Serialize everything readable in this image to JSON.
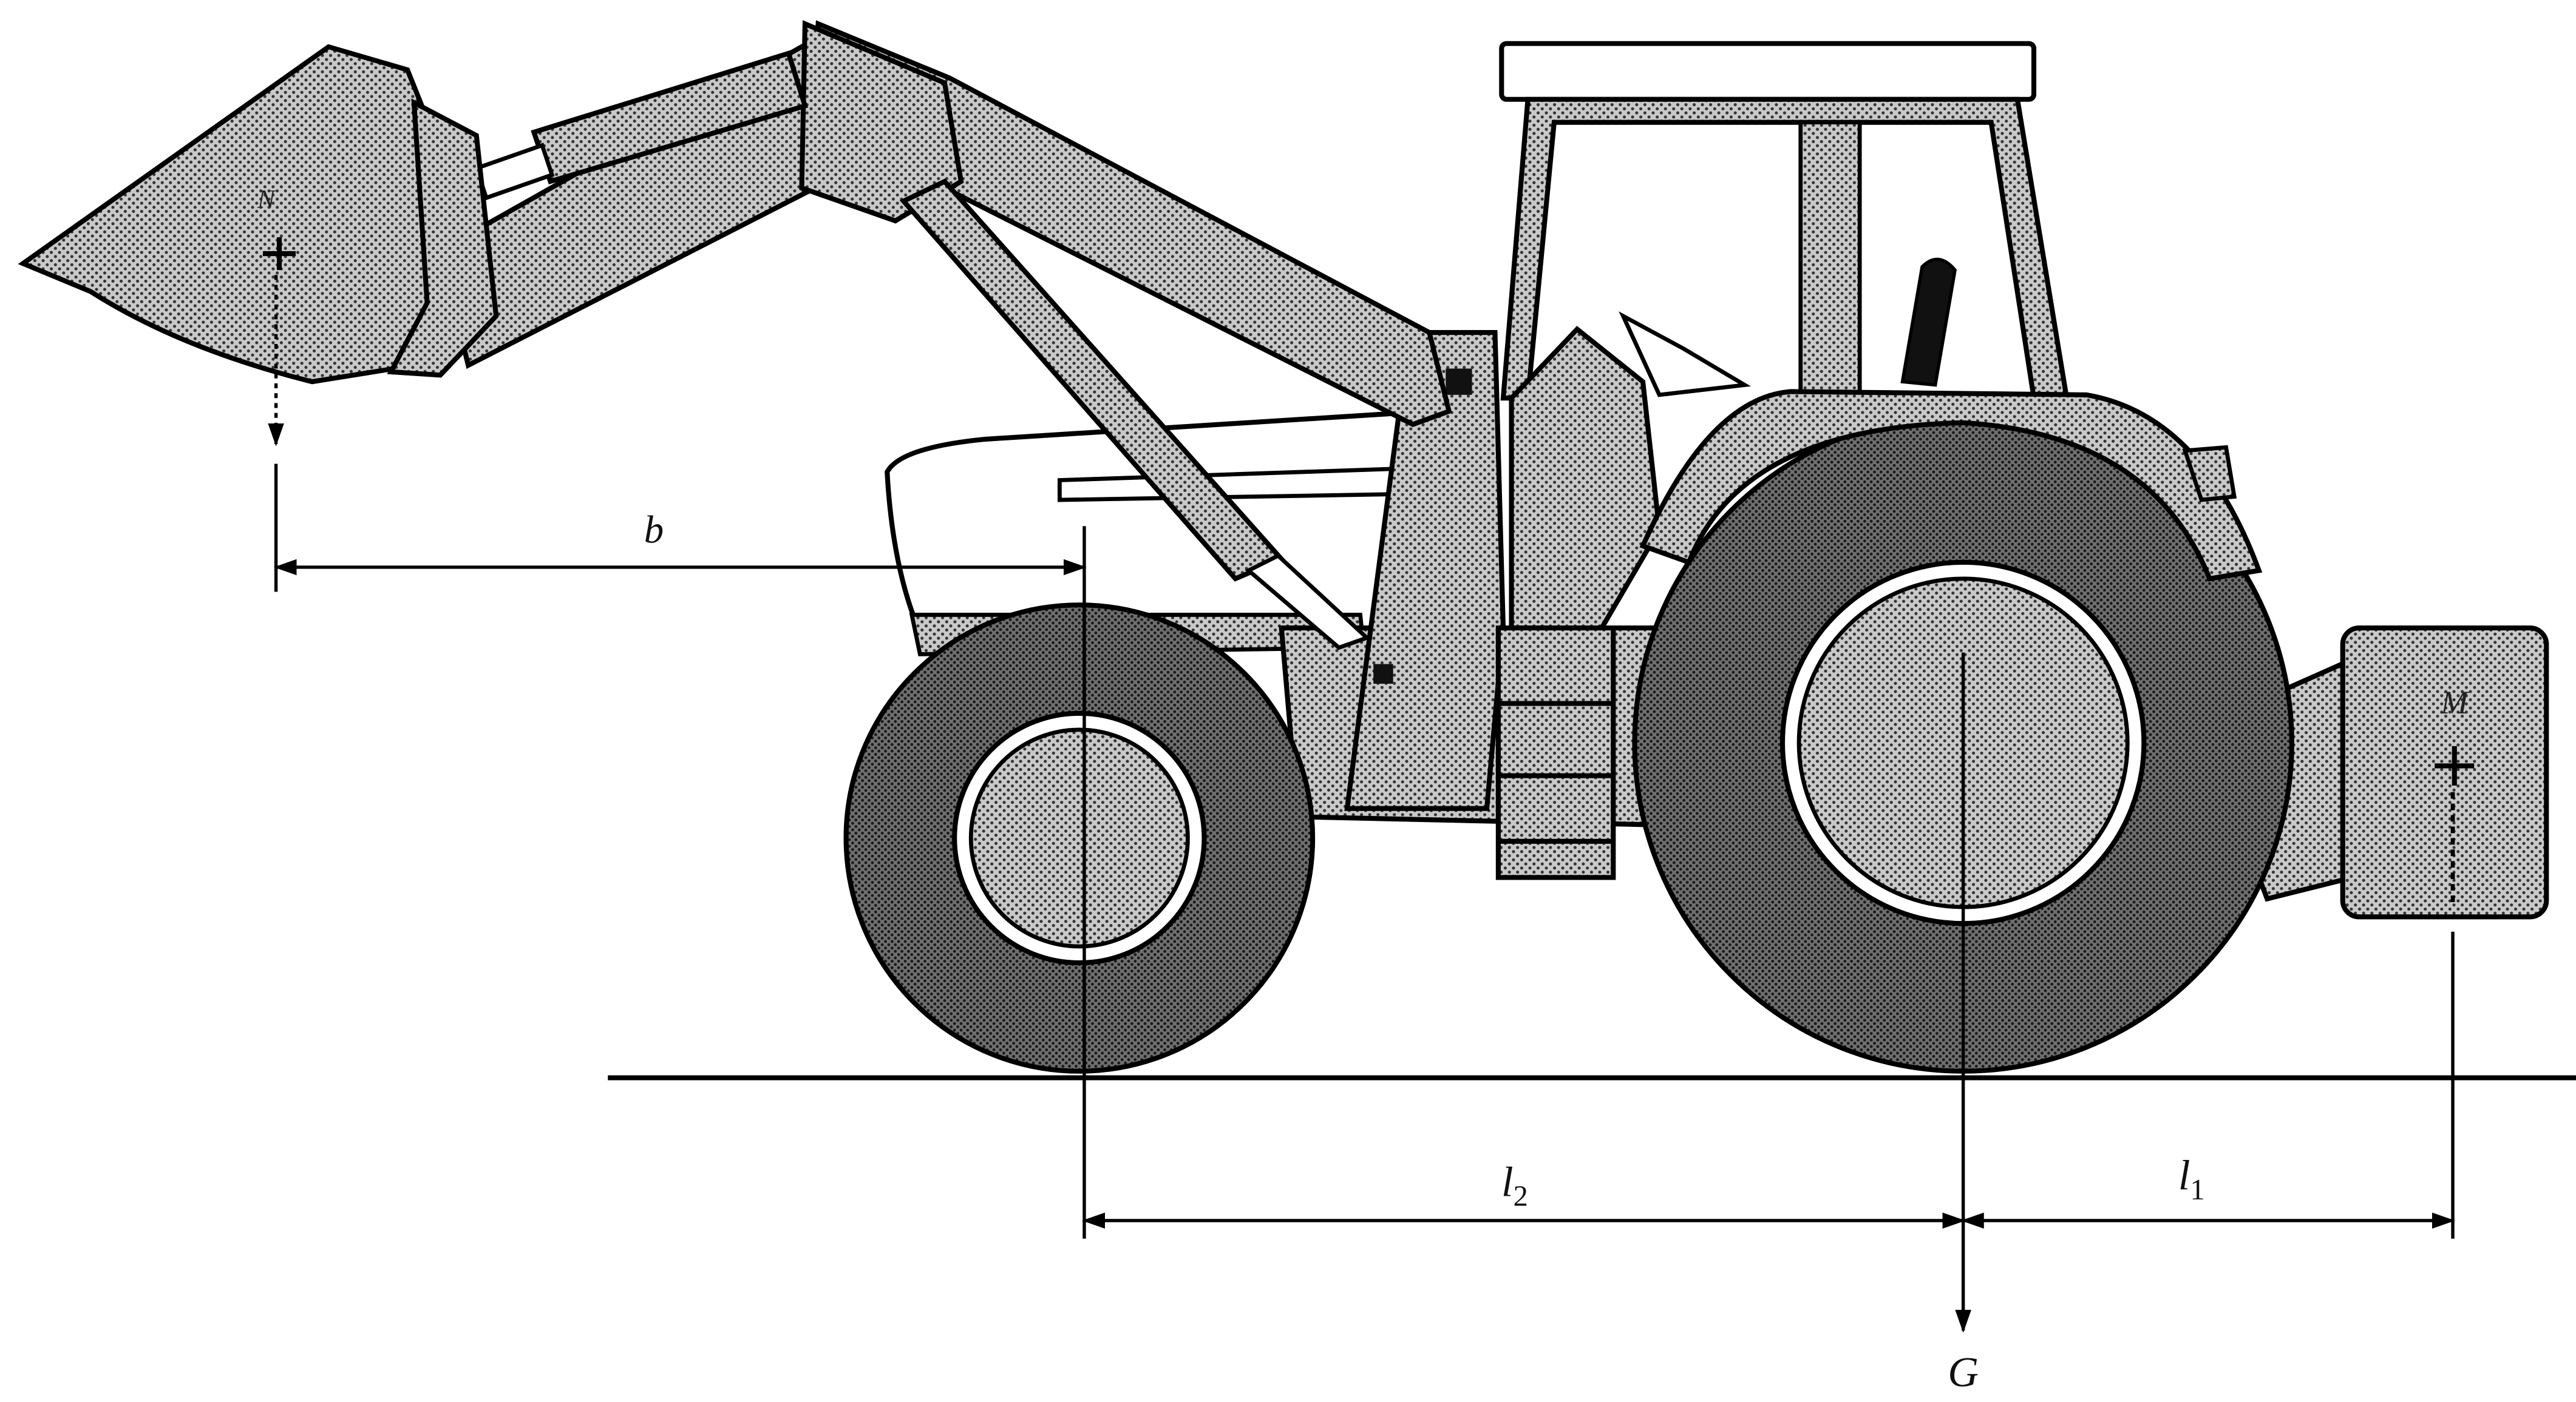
{
  "diagram": {
    "labels": {
      "b": "b",
      "l2_main": "l",
      "l2_sub": "2",
      "l1_main": "l",
      "l1_sub": "1",
      "G": "G",
      "N": "N",
      "M": "M"
    }
  }
}
